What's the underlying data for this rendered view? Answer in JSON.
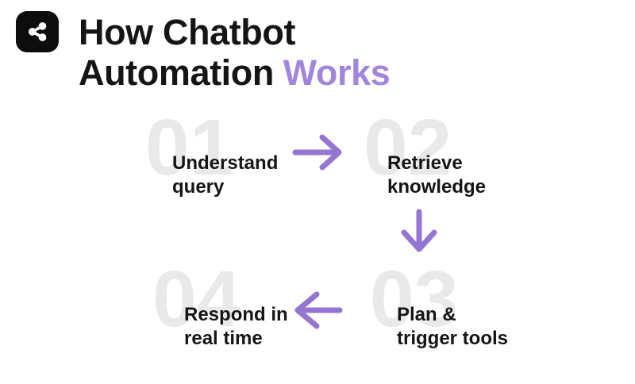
{
  "header": {
    "logo_icon": "share-network-icon",
    "title_line1": "How Chatbot",
    "title_line2_prefix": "Automation",
    "title_line2_accent": "Works"
  },
  "colors": {
    "accent_purple": "#a186dc",
    "arrow_purple": "#9475d1",
    "number_gray": "#e9e9e9",
    "text_dark": "#151515",
    "logo_black": "#0d0d0d",
    "background": "#ffffff"
  },
  "steps": [
    {
      "number": "01",
      "line1": "Understand",
      "line2": "query"
    },
    {
      "number": "02",
      "line1": "Retrieve",
      "line2": "knowledge"
    },
    {
      "number": "03",
      "line1": "Plan &",
      "line2": "trigger tools"
    },
    {
      "number": "04",
      "line1": "Respond in",
      "line2": "real time"
    }
  ],
  "arrows": [
    {
      "id": "arrow-step1-to-step2",
      "direction": "right"
    },
    {
      "id": "arrow-step2-to-step3",
      "direction": "down"
    },
    {
      "id": "arrow-step3-to-step4",
      "direction": "left"
    }
  ]
}
